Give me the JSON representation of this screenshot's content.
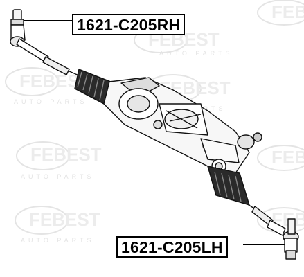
{
  "watermark": {
    "brand": "FEBEST",
    "tagline": "AUTO PARTS"
  },
  "labels": {
    "rh": "1621-C205RH",
    "lh": "1621-C205LH"
  },
  "colors": {
    "line": "#000000",
    "watermark": "#e6e6e6",
    "part_dark": "#111111"
  }
}
